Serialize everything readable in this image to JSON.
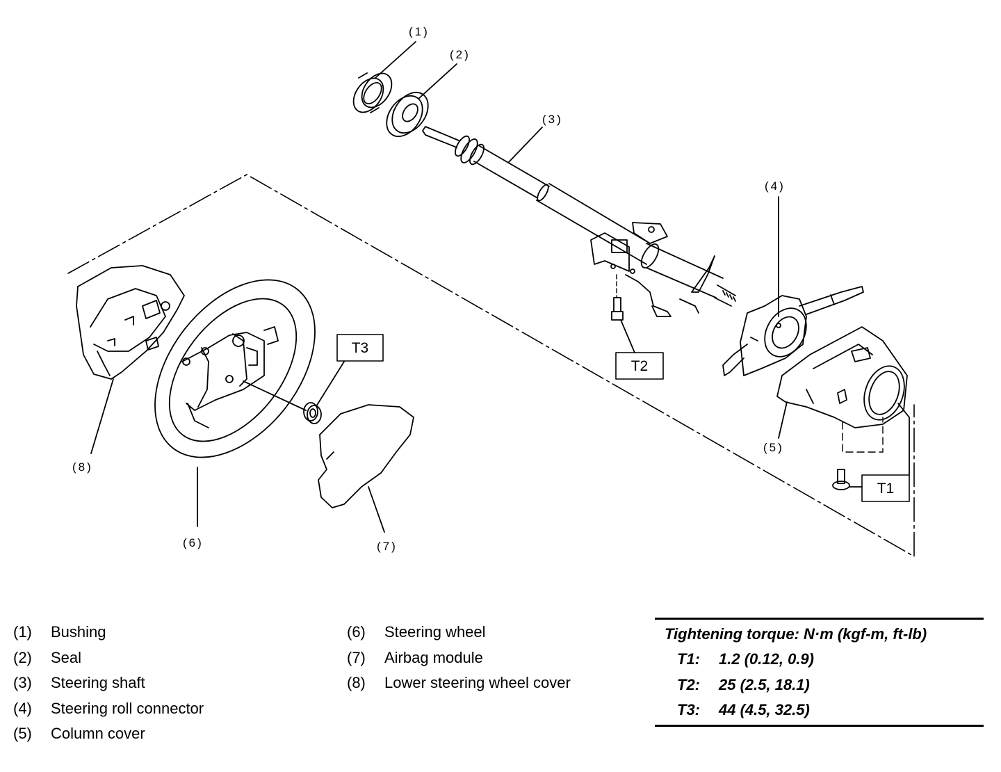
{
  "callouts": {
    "c1": "(1)",
    "c2": "(2)",
    "c3": "(3)",
    "c4": "(4)",
    "c5": "(5)",
    "c6": "(6)",
    "c7": "(7)",
    "c8": "(8)"
  },
  "torque_boxes": {
    "t1": "T1",
    "t2": "T2",
    "t3": "T3"
  },
  "legend": {
    "left": [
      {
        "num": "(1)",
        "name": "Bushing"
      },
      {
        "num": "(2)",
        "name": "Seal"
      },
      {
        "num": "(3)",
        "name": "Steering shaft"
      },
      {
        "num": "(4)",
        "name": "Steering roll connector"
      },
      {
        "num": "(5)",
        "name": "Column cover"
      }
    ],
    "middle": [
      {
        "num": "(6)",
        "name": "Steering wheel"
      },
      {
        "num": "(7)",
        "name": "Airbag module"
      },
      {
        "num": "(8)",
        "name": "Lower steering wheel cover"
      }
    ]
  },
  "torque_table": {
    "header": "Tightening torque: N·m (kgf-m, ft-lb)",
    "rows": [
      {
        "code": "T1:",
        "value": "1.2 (0.12, 0.9)"
      },
      {
        "code": "T2:",
        "value": "25 (2.5, 18.1)"
      },
      {
        "code": "T3:",
        "value": "44 (4.5, 32.5)"
      }
    ]
  }
}
